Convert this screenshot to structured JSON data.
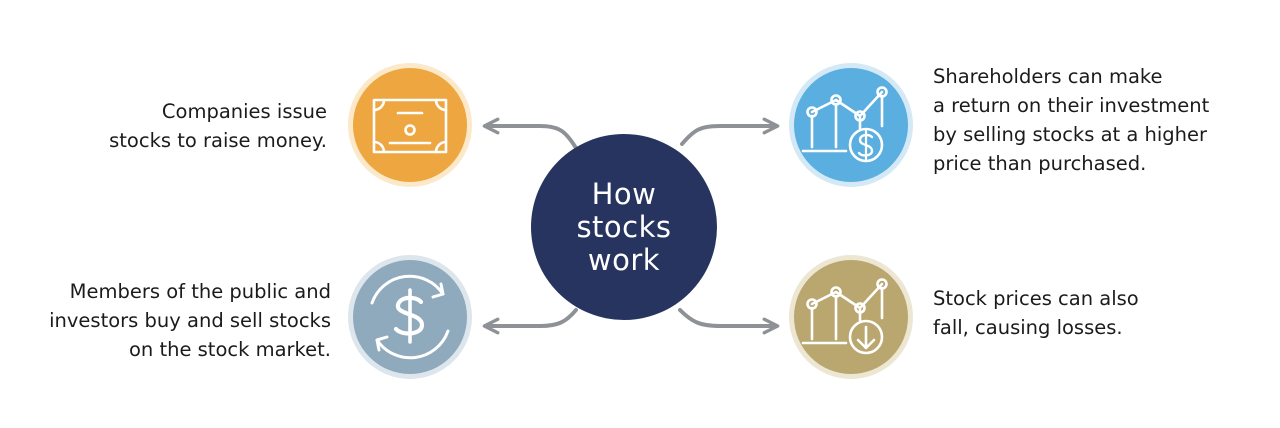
{
  "center": {
    "lines": [
      "How",
      "stocks",
      "work"
    ],
    "color": "#26345f"
  },
  "nodes": {
    "issue": {
      "icon": "certificate-icon",
      "color": "#eea640",
      "lines": [
        "Companies issue",
        "stocks to raise money."
      ]
    },
    "trade": {
      "icon": "dollar-exchange-icon",
      "color": "#8faabc",
      "lines": [
        "Members of the public and",
        "investors buy and sell stocks",
        "on the stock market."
      ]
    },
    "gain": {
      "icon": "chart-up-dollar-icon",
      "color": "#5aaee0",
      "lines": [
        "Shareholders can make",
        "a return on their investment",
        "by selling stocks at a higher",
        "price than purchased."
      ]
    },
    "loss": {
      "icon": "chart-down-arrow-icon",
      "color": "#b9a76f",
      "lines": [
        "Stock prices can also",
        "fall, causing losses."
      ]
    }
  },
  "connector_color": "#8e9297"
}
